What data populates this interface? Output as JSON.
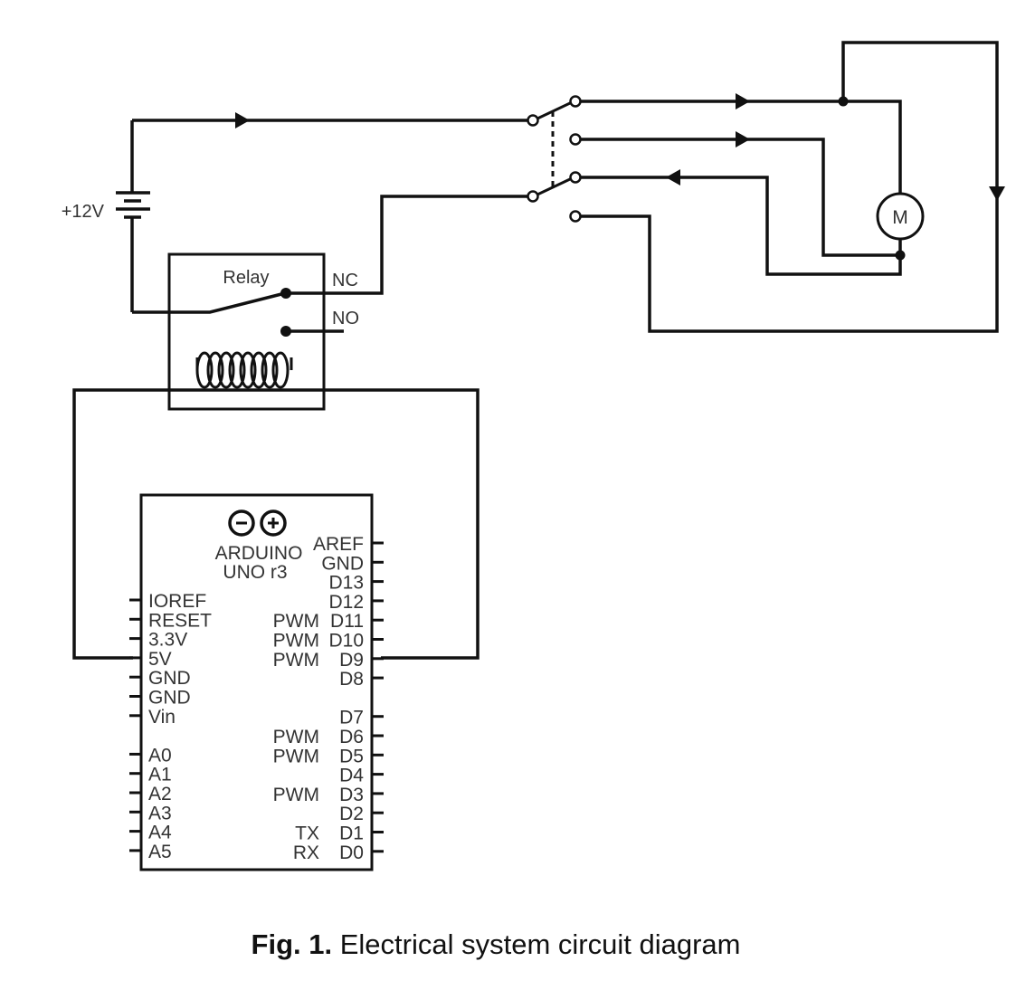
{
  "labels": {
    "battery": "+12V",
    "relay": "Relay",
    "nc": "NC",
    "no": "NO",
    "motor": "M",
    "arduino_line1": "ARDUINO",
    "arduino_line2": "UNO r3"
  },
  "arduino": {
    "left_pins": [
      "IOREF",
      "RESET",
      "3.3V",
      "5V",
      "GND",
      "GND",
      "Vin",
      "A0",
      "A1",
      "A2",
      "A3",
      "A4",
      "A5"
    ],
    "right_pins": [
      "AREF",
      "GND",
      "D13",
      "D12",
      "D11",
      "D10",
      "D9",
      "D8",
      "D7",
      "D6",
      "D5",
      "D4",
      "D3",
      "D2",
      "D1",
      "D0"
    ],
    "right_annotations": [
      {
        "pin": "D11",
        "text": "PWM"
      },
      {
        "pin": "D10",
        "text": "PWM"
      },
      {
        "pin": "D9",
        "text": "PWM"
      },
      {
        "pin": "D6",
        "text": "PWM"
      },
      {
        "pin": "D5",
        "text": "PWM"
      },
      {
        "pin": "D3",
        "text": "PWM"
      },
      {
        "pin": "D1",
        "text": "TX"
      },
      {
        "pin": "D0",
        "text": "RX"
      }
    ]
  },
  "caption": {
    "fig": "Fig. 1.",
    "text": "Electrical system circuit diagram"
  }
}
